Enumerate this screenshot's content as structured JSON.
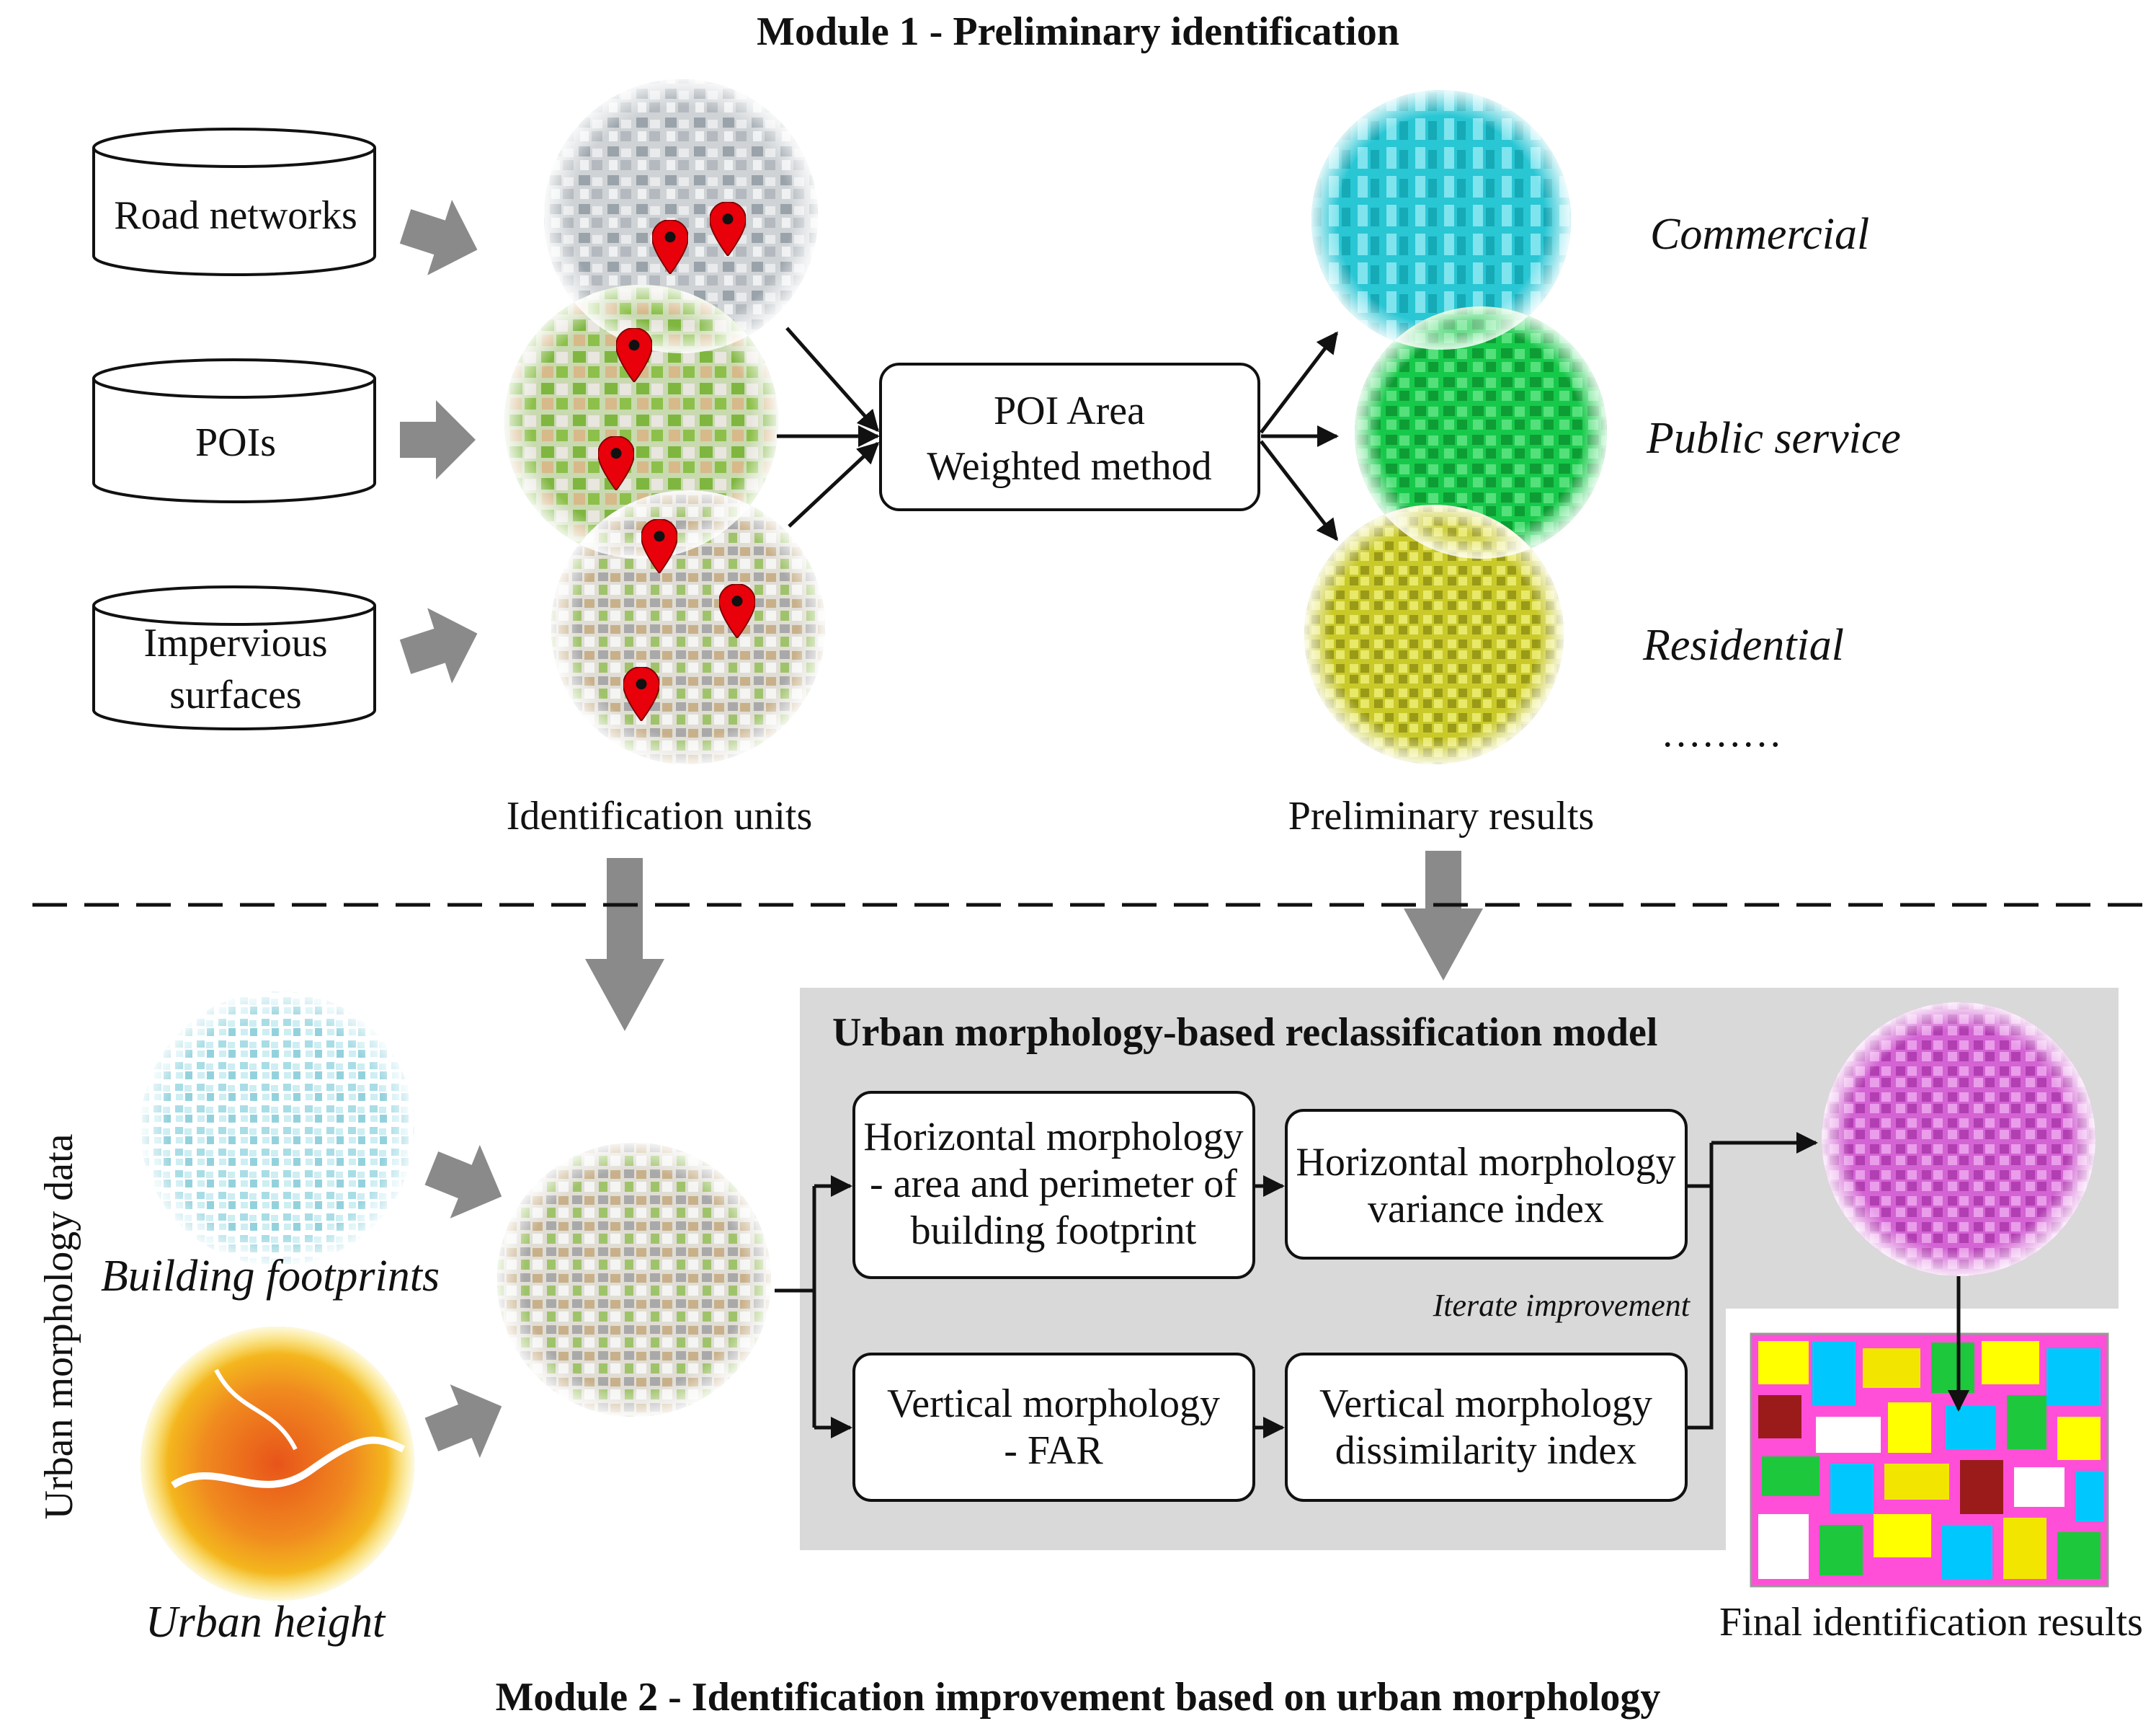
{
  "module1": {
    "title": "Module 1 - Preliminary identification",
    "inputs": [
      {
        "lines": [
          "Road networks"
        ]
      },
      {
        "lines": [
          "POIs"
        ]
      },
      {
        "lines": [
          "Impervious",
          "surfaces"
        ]
      }
    ],
    "method": {
      "lines": [
        "POI Area",
        "Weighted method"
      ]
    },
    "categories": [
      "Commercial",
      "Public service",
      "Residential",
      "………"
    ],
    "identification_units_label": "Identification units",
    "preliminary_results_label": "Preliminary results"
  },
  "module2": {
    "title": "Module 2 - Identification improvement based on urban morphology",
    "side_label": "Urban morphology data",
    "building_footprints_label": "Building footprints",
    "urban_height_label": "Urban height",
    "model_title": "Urban morphology-based reclassification model",
    "horizontal_box": {
      "lines": [
        "Horizontal morphology",
        "- area and perimeter of",
        "building footprint"
      ]
    },
    "horizontal_index": {
      "lines": [
        "Horizontal morphology",
        "variance index"
      ]
    },
    "vertical_box": {
      "lines": [
        "Vertical morphology",
        "- FAR"
      ]
    },
    "vertical_index": {
      "lines": [
        "Vertical morphology",
        "dissimilarity index"
      ]
    },
    "iterate_label": "Iterate improvement",
    "final_label": "Final identification results"
  },
  "colors": {
    "commercial": "#29c6d4",
    "public_service": "#17c94a",
    "residential": "#c9c92a",
    "final": "#d463d4",
    "model_panel": "#d9d9d9",
    "arrow_gray": "#8a8a8a",
    "pin_red": "#e8000b"
  },
  "icons": [
    "database-icon",
    "location-pin-icon",
    "arrow-icon"
  ]
}
